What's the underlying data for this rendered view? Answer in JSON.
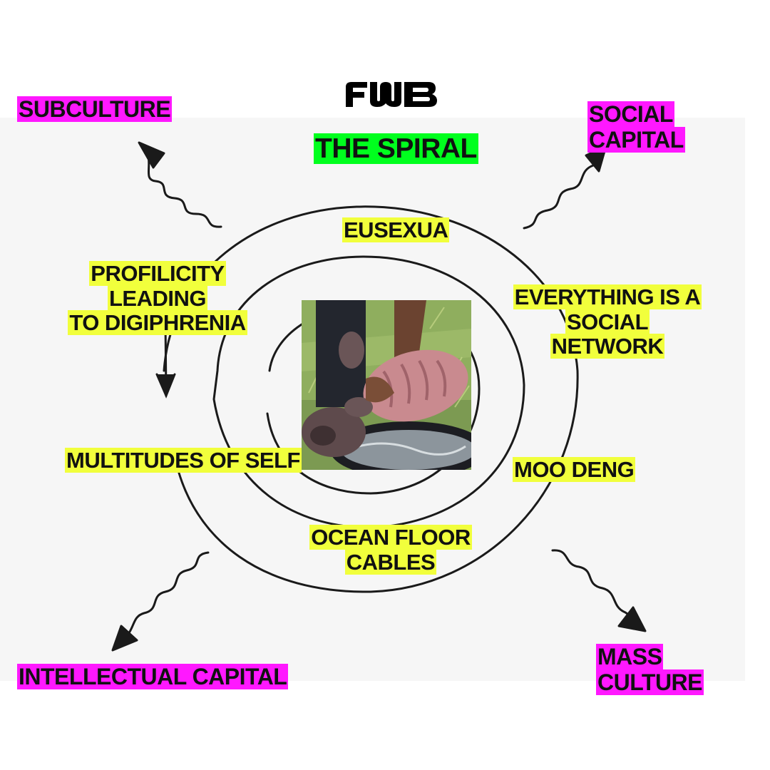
{
  "brand": {
    "logo_text": "FWB"
  },
  "title": "THE SPIRAL",
  "corners": {
    "top_left": "SUBCULTURE",
    "top_right": "SOCIAL CAPITAL",
    "bottom_left": "INTELLECTUAL CAPITAL",
    "bottom_right": "MASS CULTURE"
  },
  "spiral_labels": {
    "eusexua": "EUSEXUA",
    "profilicity": [
      "PROFILICITY LEADING",
      "TO DIGIPHRENIA"
    ],
    "everything": [
      "EVERYTHING IS A",
      "SOCIAL NETWORK"
    ],
    "multitudes": "MULTITUDES OF SELF",
    "moo_deng": "MOO DENG",
    "ocean": [
      "OCEAN FLOOR",
      "CABLES"
    ]
  },
  "colors": {
    "label_highlight": "#f1ff3c",
    "corner_highlight": "#ff18ff",
    "title_highlight": "#00ff1e",
    "ink": "#1a1a1a"
  },
  "photo": {
    "subject": "baby pygmy hippo being bathed by a person"
  }
}
